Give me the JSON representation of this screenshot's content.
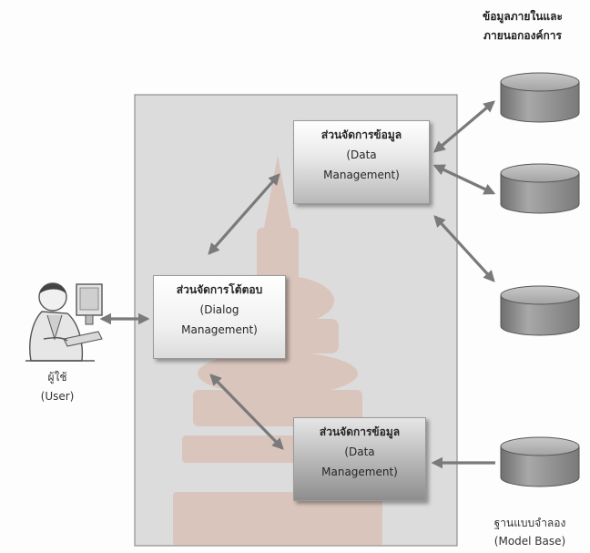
{
  "colors": {
    "background": "#fdfdfd",
    "panel_fill": "#dcdcdc",
    "panel_border": "#8f8f8f",
    "watermark": "#d89b86",
    "arrow": "#7a7a7a",
    "database": "#9a9a9a"
  },
  "external_data": {
    "line1": "ข้อมูลภายในและ",
    "line2": "ภายนอกองค์การ"
  },
  "data_management_top": {
    "line1": "ส่วนจัดการข้อมูล",
    "line2": "(Data",
    "line3": "Management)"
  },
  "dialog_management": {
    "line1": "ส่วนจัดการโต้ตอบ",
    "line2": "(Dialog",
    "line3": "Management)"
  },
  "data_management_bottom": {
    "line1": "ส่วนจัดการข้อมูล",
    "line2": "(Data",
    "line3": "Management)"
  },
  "user": {
    "line1": "ผู้ใช้",
    "line2": "(User)",
    "icon": "user-at-computer-icon"
  },
  "model_base": {
    "line1": "ฐานแบบจำลอง",
    "line2": "(Model Base)"
  },
  "databases": [
    "database-icon",
    "database-icon",
    "database-icon",
    "database-icon"
  ]
}
